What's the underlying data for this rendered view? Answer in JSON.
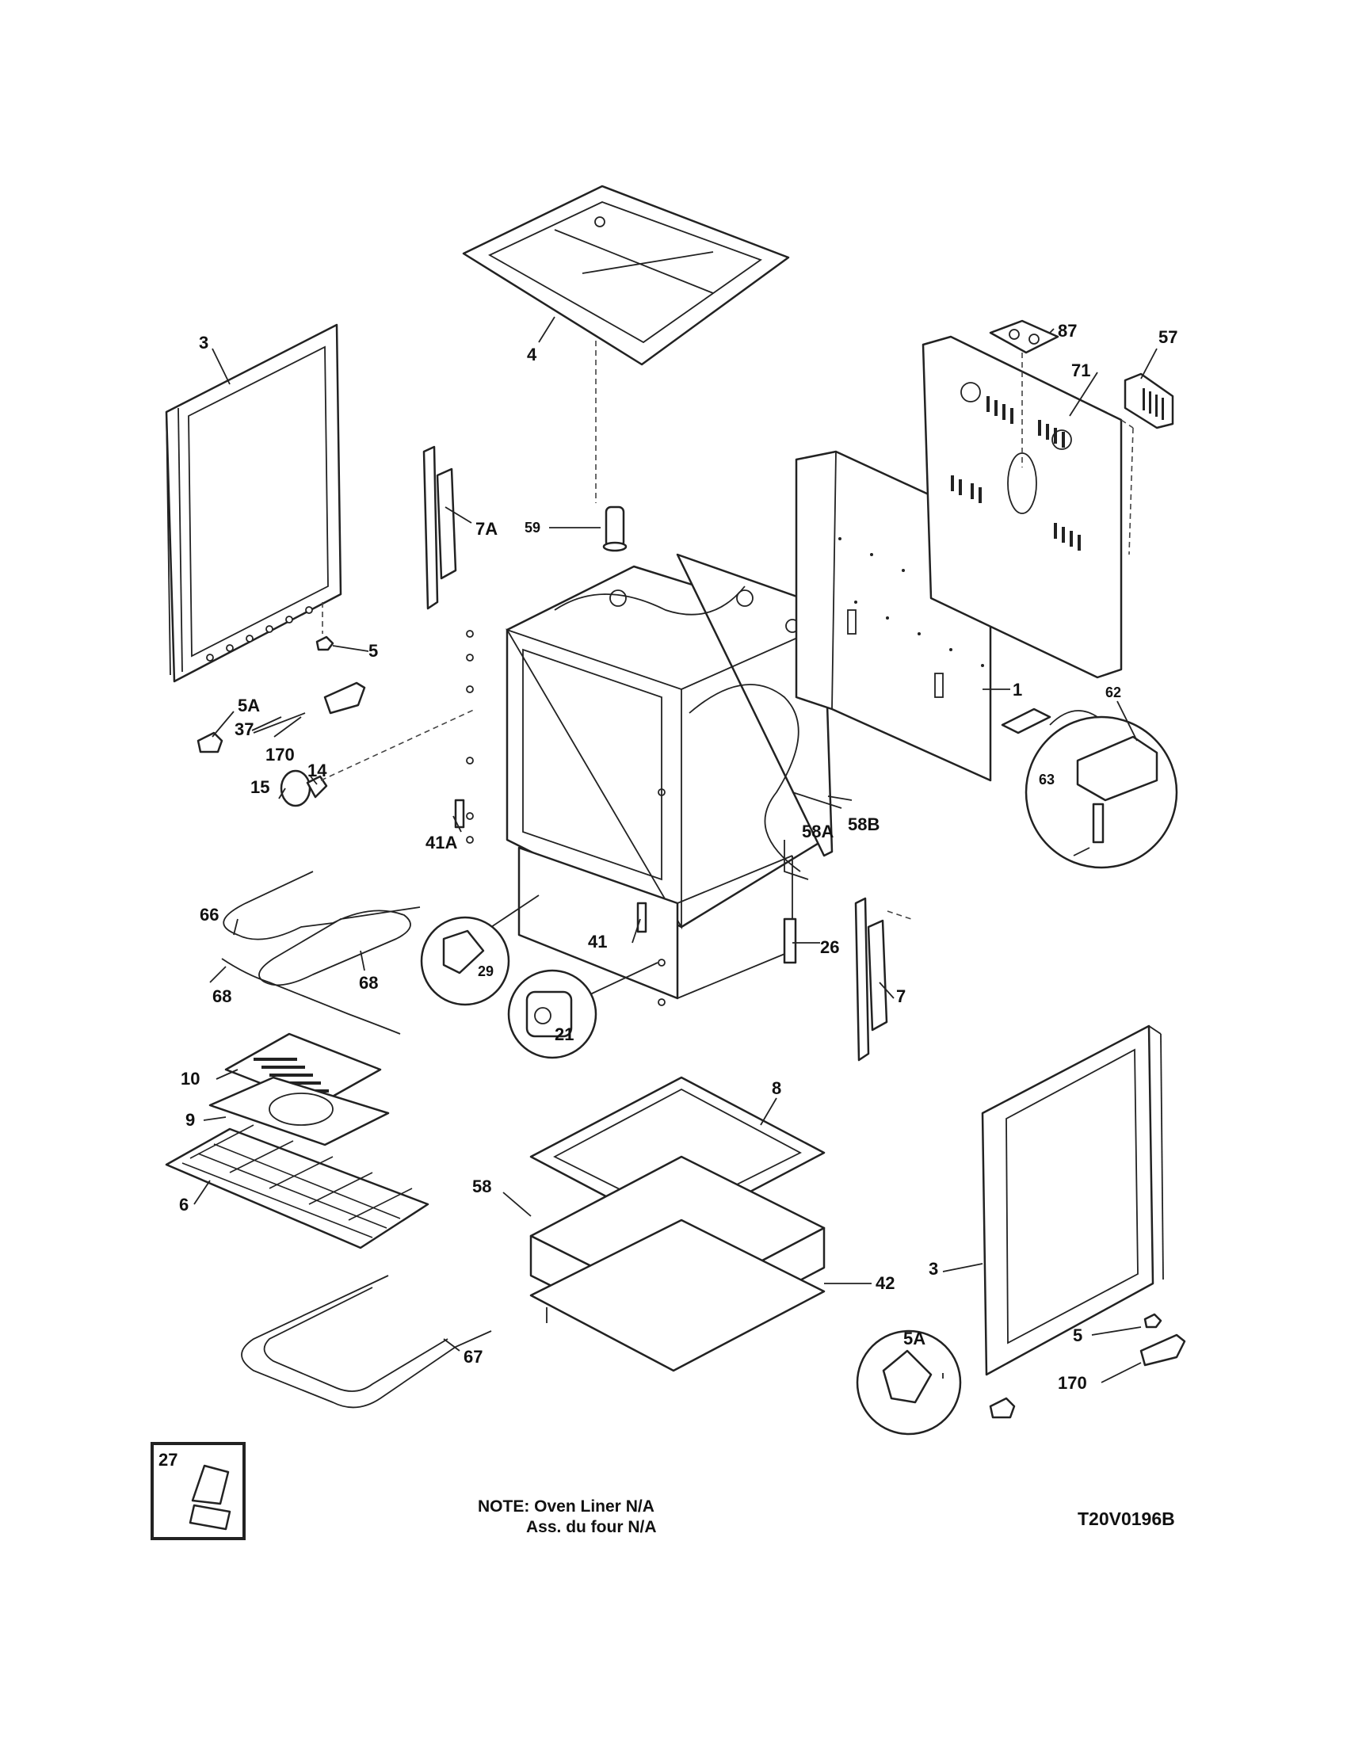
{
  "callouts": {
    "c1": "1",
    "c3_left": "3",
    "c3_right": "3",
    "c4": "4",
    "c5_left": "5",
    "c5_right": "5",
    "c5a_left": "5A",
    "c5a_right": "5A",
    "c6": "6",
    "c7": "7",
    "c7a": "7A",
    "c8": "8",
    "c9": "9",
    "c10": "10",
    "c14": "14",
    "c15": "15",
    "c21": "21",
    "c26": "26",
    "c27": "27",
    "c29": "29",
    "c37": "37",
    "c41": "41",
    "c41a": "41A",
    "c42": "42",
    "c57": "57",
    "c58": "58",
    "c58a": "58A",
    "c58b": "58B",
    "c59": "59",
    "c62": "62",
    "c63": "63",
    "c66": "66",
    "c67": "67",
    "c68_left": "68",
    "c68_right": "68",
    "c71": "71",
    "c87": "87",
    "c170_left": "170",
    "c170_right": "170"
  },
  "note": {
    "line1": "NOTE: Oven Liner N/A",
    "line2": "Ass. du four N/A"
  },
  "drawing_code": "T20V0196B"
}
